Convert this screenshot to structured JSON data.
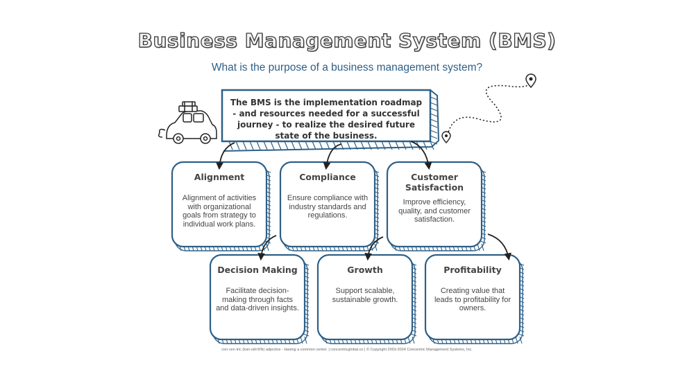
{
  "title": "Business Management System (BMS)",
  "subtitle": "What is the purpose of a business management system?",
  "main_statement": "The BMS is the implementation roadmap - and resources needed for a successful journey - to realize the desired future state of the business.",
  "cards": [
    {
      "title": "Alignment",
      "description": "Alignment of activities with organizational goals from strategy to individual work plans."
    },
    {
      "title": "Compliance",
      "description": "Ensure compliance with industry standards and regulations."
    },
    {
      "title": "Customer Satisfaction",
      "description": "Improve efficiency, quality, and customer satisfaction."
    },
    {
      "title": "Decision Making",
      "description": "Facilitate decision-making through facts and data-driven insights."
    },
    {
      "title": "Growth",
      "description": "Support scalable, sustainable growth."
    },
    {
      "title": "Profitability",
      "description": "Creating value that leads to profitability for owners."
    }
  ],
  "icons": [
    "car-with-luggage-icon",
    "map-pin-icon",
    "map-pin-start-icon"
  ],
  "footer": "con·cen·tric (kən-sĕn′trĭk) adjective - Having a common center. | concentricglobal.co | © Copyright 2003-2024 Concentric Management Systems, Inc.",
  "colors": {
    "border": "#2d5f86",
    "text": "#444444",
    "subtitle": "#2d5f86",
    "arrow": "#222222"
  }
}
